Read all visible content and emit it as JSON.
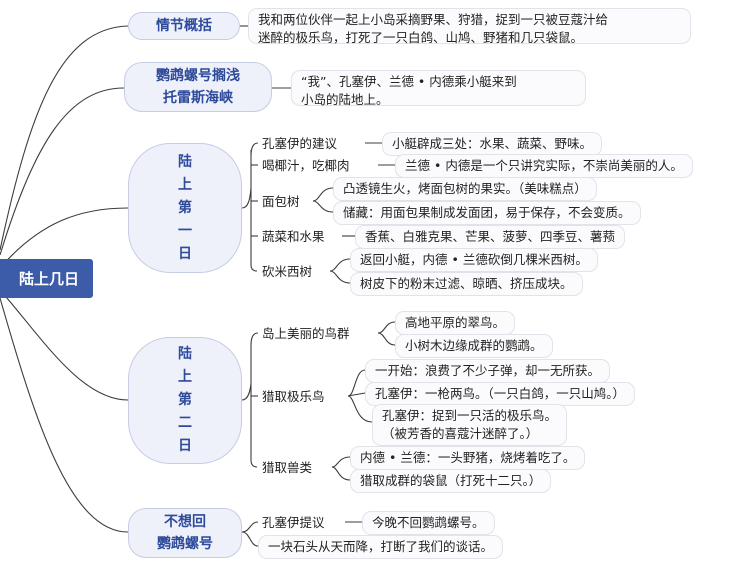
{
  "root": {
    "label": "陆上几日"
  },
  "branches": {
    "b1": {
      "title_lines": [
        "情节概括"
      ],
      "leaf": [
        "我和两位伙伴一起上小岛采摘野果、狩猎，捉到一只被豆蔻汁给",
        "迷醉的极乐鸟，打死了一只白鸽、山鸠、野猪和几只袋鼠。"
      ]
    },
    "b2": {
      "title_lines": [
        "鹦鹉螺号搁浅",
        "托雷斯海峡"
      ],
      "leaf": [
        "“我”、孔塞伊、兰德 • 内德乘小艇来到",
        "小岛的陆地上。"
      ]
    },
    "b3": {
      "title_lines": [
        "陆",
        "上",
        "第",
        "一",
        "日"
      ],
      "subs": [
        {
          "label": "孔塞伊的建议",
          "leaves": [
            "小艇辟成三处：水果、蔬菜、野味。"
          ]
        },
        {
          "label": "喝椰汁，吃椰肉",
          "leaves": [
            "兰德 • 内德是一个只讲究实际，不崇尚美丽的人。"
          ]
        },
        {
          "label": "面包树",
          "leaves": [
            "凸透镜生火，烤面包树的果实。（美味糕点）",
            "储藏：用面包果制成发面团，易于保存，不会变质。"
          ]
        },
        {
          "label": "蔬菜和水果",
          "leaves": [
            "香蕉、白雅克果、芒果、菠萝、四季豆、薯蓣"
          ]
        },
        {
          "label": "砍米西树",
          "leaves": [
            "返回小艇，内德 • 兰德砍倒几棵米西树。",
            "树皮下的粉末过滤、晾晒、挤压成块。"
          ]
        }
      ]
    },
    "b4": {
      "title_lines": [
        "陆",
        "上",
        "第",
        "二",
        "日"
      ],
      "subs": [
        {
          "label": "岛上美丽的鸟群",
          "leaves": [
            [
              "高地平原的翠鸟。"
            ],
            [
              "小树木边缘成群的鹦鹉。"
            ]
          ]
        },
        {
          "label": "猎取极乐鸟",
          "leaves": [
            [
              "一开始：浪费了不少子弹，却一无所获。"
            ],
            [
              "孔塞伊：一枪两鸟。（一只白鸽，一只山鸠。）"
            ],
            [
              "孔塞伊：捉到一只活的极乐鸟。",
              "（被芳香的喜蔻汁迷醉了。）"
            ]
          ]
        },
        {
          "label": "猎取兽类",
          "leaves": [
            [
              "内德 • 兰德：一头野猪，烧烤着吃了。"
            ],
            [
              "猎取成群的袋鼠（打死十二只。）"
            ]
          ]
        }
      ]
    },
    "b5": {
      "title_lines": [
        "不想回",
        "鹦鹉螺号"
      ],
      "subs": [
        {
          "label": "孔塞伊提议",
          "leaves": [
            "今晚不回鹦鹉螺号。"
          ]
        },
        {
          "label": "一块石头从天而降，打断了我们的谈话。",
          "leaves": []
        }
      ]
    }
  }
}
